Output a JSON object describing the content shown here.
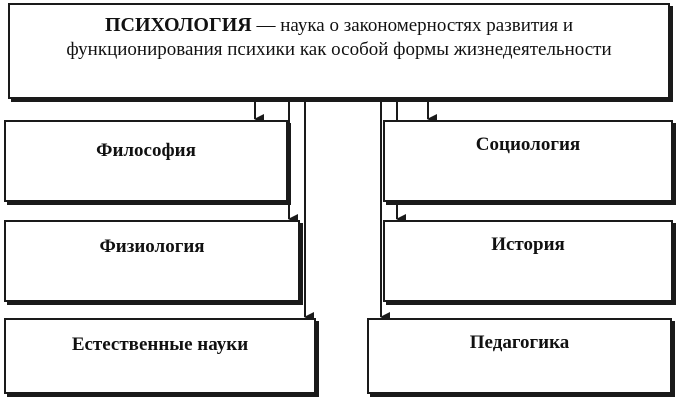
{
  "header": {
    "title_strong": "ПСИХОЛОГИЯ",
    "title_rest": " — наука о закономерностях развития и функционирования психики как особой формы жизнедеятельности"
  },
  "left_column": {
    "box1": "Философия",
    "box2": "Физиология",
    "box3": "Естественные науки"
  },
  "right_column": {
    "box1": "Социология",
    "box2": "История",
    "box3": "Педагогика"
  }
}
